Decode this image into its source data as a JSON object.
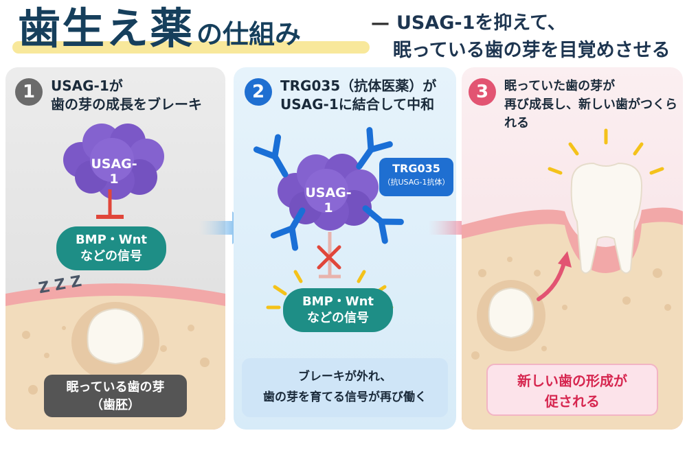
{
  "title": {
    "main": "歯生え薬",
    "suffix": "の仕組み",
    "subtitle_line1": "USAG-1を抑えて、",
    "subtitle_line2": "眠っている歯の芽を目覚めさせる",
    "dash": "—"
  },
  "panels": [
    {
      "number": "1",
      "title_line1": "USAG-1が",
      "title_line2": "歯の芽の成長をブレーキ",
      "protein_label": "USAG-1",
      "signal_line1": "BMP・Wnt",
      "signal_line2": "などの信号",
      "zzz": "Z Z Z",
      "caption_line1": "眠っている歯の芽",
      "caption_line2": "（歯胚）"
    },
    {
      "number": "2",
      "title_line1": "TRG035（抗体医薬）が",
      "title_line2": "USAG-1に結合して中和",
      "protein_label": "USAG-1",
      "bubble_line1": "TRG035",
      "bubble_line2": "（抗USAG-1抗体）",
      "signal_line1": "BMP・Wnt",
      "signal_line2": "などの信号",
      "caption_line1": "ブレーキが外れ、",
      "caption_line2": "歯の芽を育てる信号が再び働く"
    },
    {
      "number": "3",
      "title_line1": "眠っていた歯の芽が",
      "title_line2": "再び成長し、新しい歯がつくられる",
      "caption_line1": "新しい歯の形成が",
      "caption_line2": "促される"
    }
  ],
  "colors": {
    "title": "#163f5c",
    "step1_badge": "#6b6b6b",
    "step2_badge": "#1f6fd1",
    "step3_badge": "#e25472",
    "signal": "#1e8e86",
    "usag": "#7b58c7",
    "antibody": "#1a6fd6",
    "gum": "#f2a8a8",
    "bone": "#f2dcbc",
    "brake": "#e0463a",
    "ray": "#f4c21a"
  }
}
